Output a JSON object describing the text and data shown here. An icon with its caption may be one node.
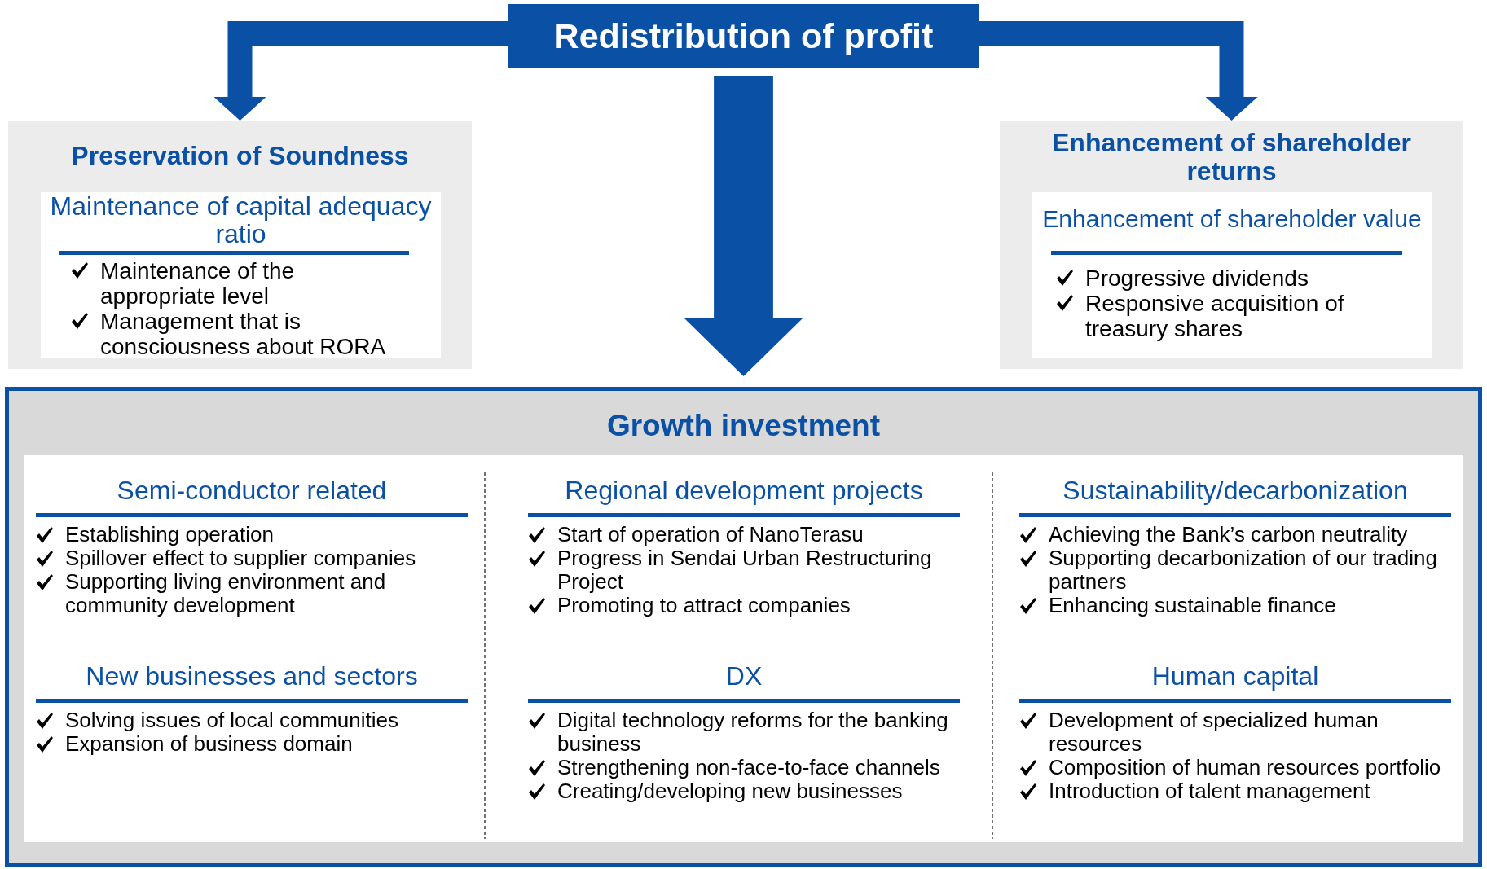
{
  "diagram": {
    "nodes": [
      {
        "text": [
          "Redistribution of profit"
        ]
      },
      {
        "text": [
          "Preservation of Soundness"
        ]
      },
      {
        "text": [
          "Maintenance of capital adequacy ratio",
          "Maintenance of the appropriate level",
          "Management that is consciousness about RORA"
        ],
        "in": 1
      },
      {
        "text": [
          "Enhancement of shareholder returns"
        ]
      },
      {
        "text": [
          "Enhancement of shareholder value",
          "Progressive dividends",
          "Responsive acquisition of treasury shares"
        ],
        "in": 3
      },
      {
        "text": [
          "Growth investment"
        ]
      },
      {
        "text": [
          "Semi-conductor related",
          "Establishing operation",
          "Spillover effect to supplier companies",
          "Supporting living environment and community development"
        ],
        "in": 5
      },
      {
        "text": [
          "Regional development projects",
          "Start of operation of NanoTerasu",
          "Progress in Sendai Urban Restructuring Project",
          "Promoting to attract companies"
        ],
        "in": 5
      },
      {
        "text": [
          "Sustainability/decarbonization",
          "Achieving the Bank’s carbon neutrality",
          "Supporting decarbonization of our trading partners",
          "Enhancing sustainable finance"
        ],
        "in": 5
      },
      {
        "text": [
          "New businesses and sectors",
          "Solving issues of local communities",
          "Expansion of business domain"
        ],
        "in": 5
      },
      {
        "text": [
          "DX",
          "Digital technology reforms for the banking business",
          "Strengthening non-face-to-face channels",
          "Creating/developing new businesses"
        ],
        "in": 5
      },
      {
        "text": [
          "Human capital",
          "Development of specialized human resources",
          "Composition of human resources portfolio",
          "Introduction of talent management"
        ],
        "in": 5
      }
    ],
    "edges": [
      {
        "from": 0,
        "to": 1,
        "arrow": "to"
      },
      {
        "from": 0,
        "to": 3,
        "arrow": "to"
      },
      {
        "from": 0,
        "to": 5,
        "arrow": "to",
        "style": "thick"
      }
    ]
  }
}
